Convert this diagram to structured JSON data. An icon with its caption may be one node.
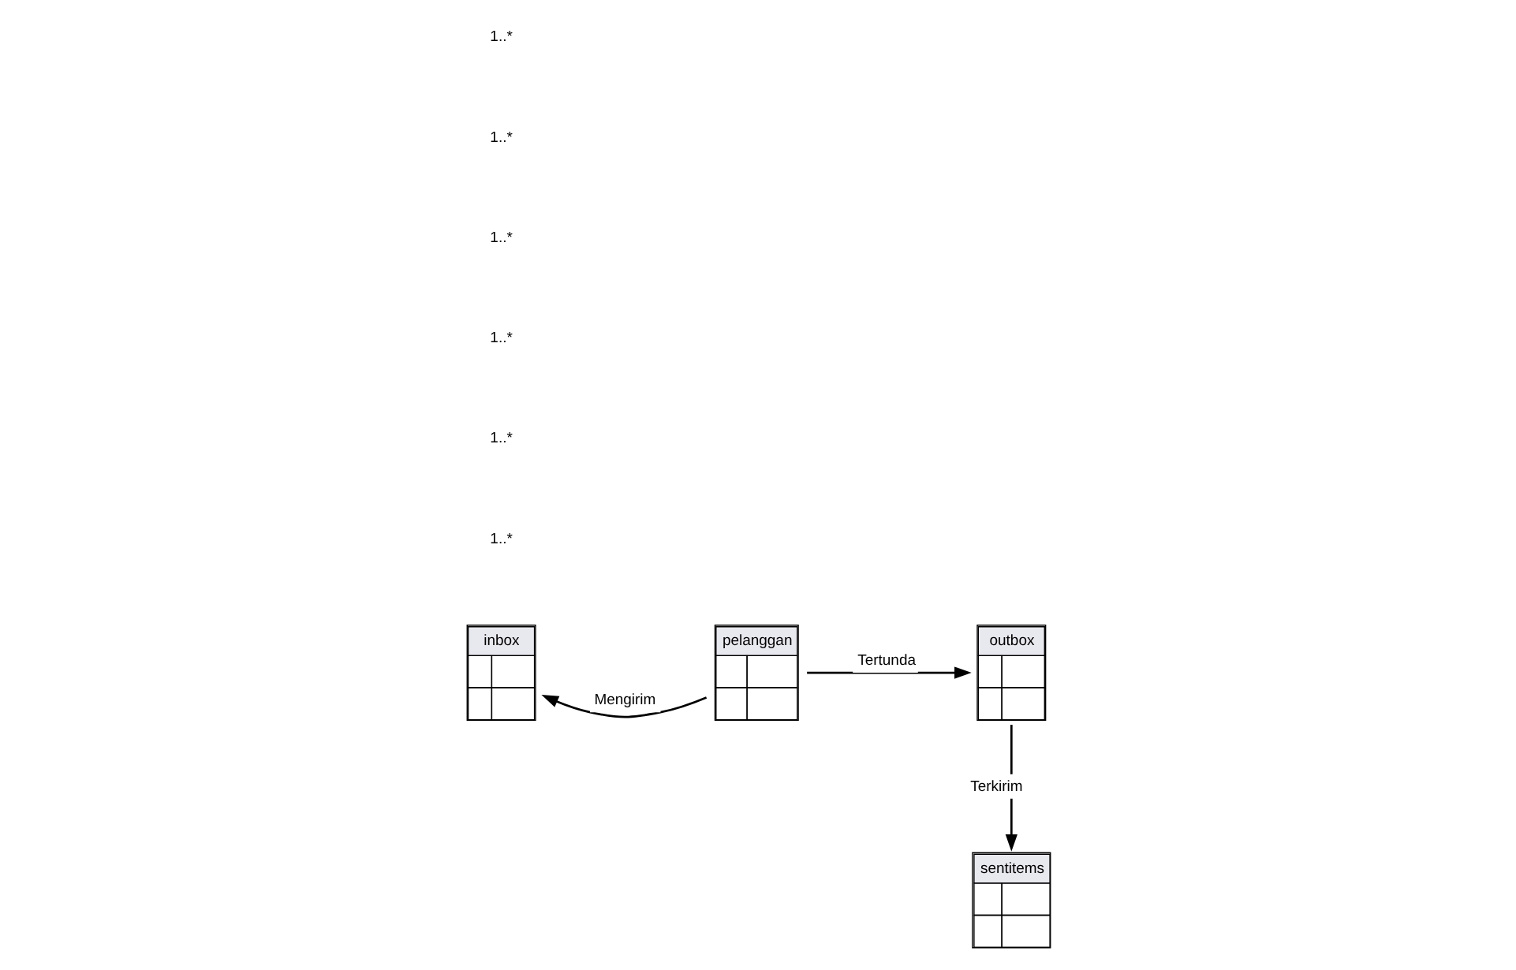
{
  "diagram": {
    "nodes": [
      {
        "text": [
          "inbox"
        ]
      },
      {
        "text": [
          "pelanggan"
        ]
      },
      {
        "text": [
          "outbox"
        ]
      },
      {
        "text": [
          "sentitems"
        ]
      }
    ],
    "edges": [
      {
        "from": 1,
        "to": 0,
        "arrow": "to",
        "label": "Mengirim"
      },
      {
        "from": 1,
        "to": 2,
        "arrow": "to",
        "label": "Tertunda"
      },
      {
        "from": 2,
        "to": 3,
        "arrow": "to",
        "label": "Terkirim"
      }
    ],
    "labels": [
      "1..*",
      "1..*",
      "1..*",
      "1..*",
      "1..*",
      "1..*"
    ]
  }
}
